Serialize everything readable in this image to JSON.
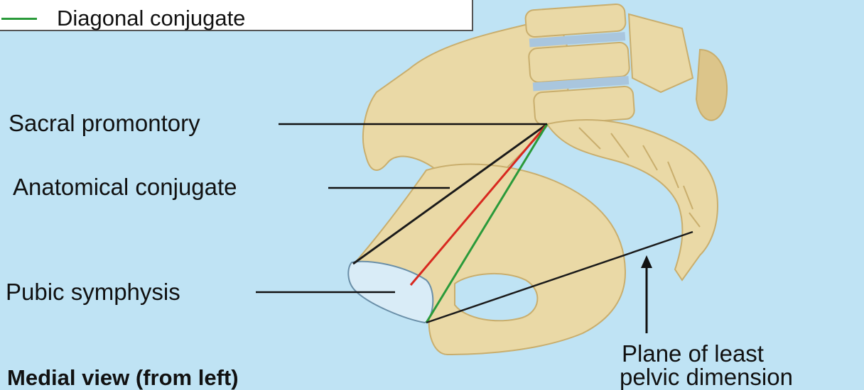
{
  "legend": {
    "items": [
      {
        "label": "Diagonal conjugate",
        "color": "#2a9a3a"
      }
    ]
  },
  "labels": {
    "sacral_promontory": "Sacral promontory",
    "anatomical_conjugate": "Anatomical conjugate",
    "pubic_symphysis": "Pubic symphysis",
    "plane_line1": "Plane of least",
    "plane_line2": "pelvic dimension"
  },
  "caption": "Medial view (from left)",
  "colors": {
    "background": "#bfe3f4",
    "bone": "#ead9a6",
    "bone_shadow": "#c9ae6d",
    "disc": "#a9c6de",
    "symphysis": "#d9ecf7",
    "anatomical_conjugate_line": "#1a1a1a",
    "diagonal_conjugate_line": "#2a9a3a",
    "red_line": "#d8281f"
  }
}
